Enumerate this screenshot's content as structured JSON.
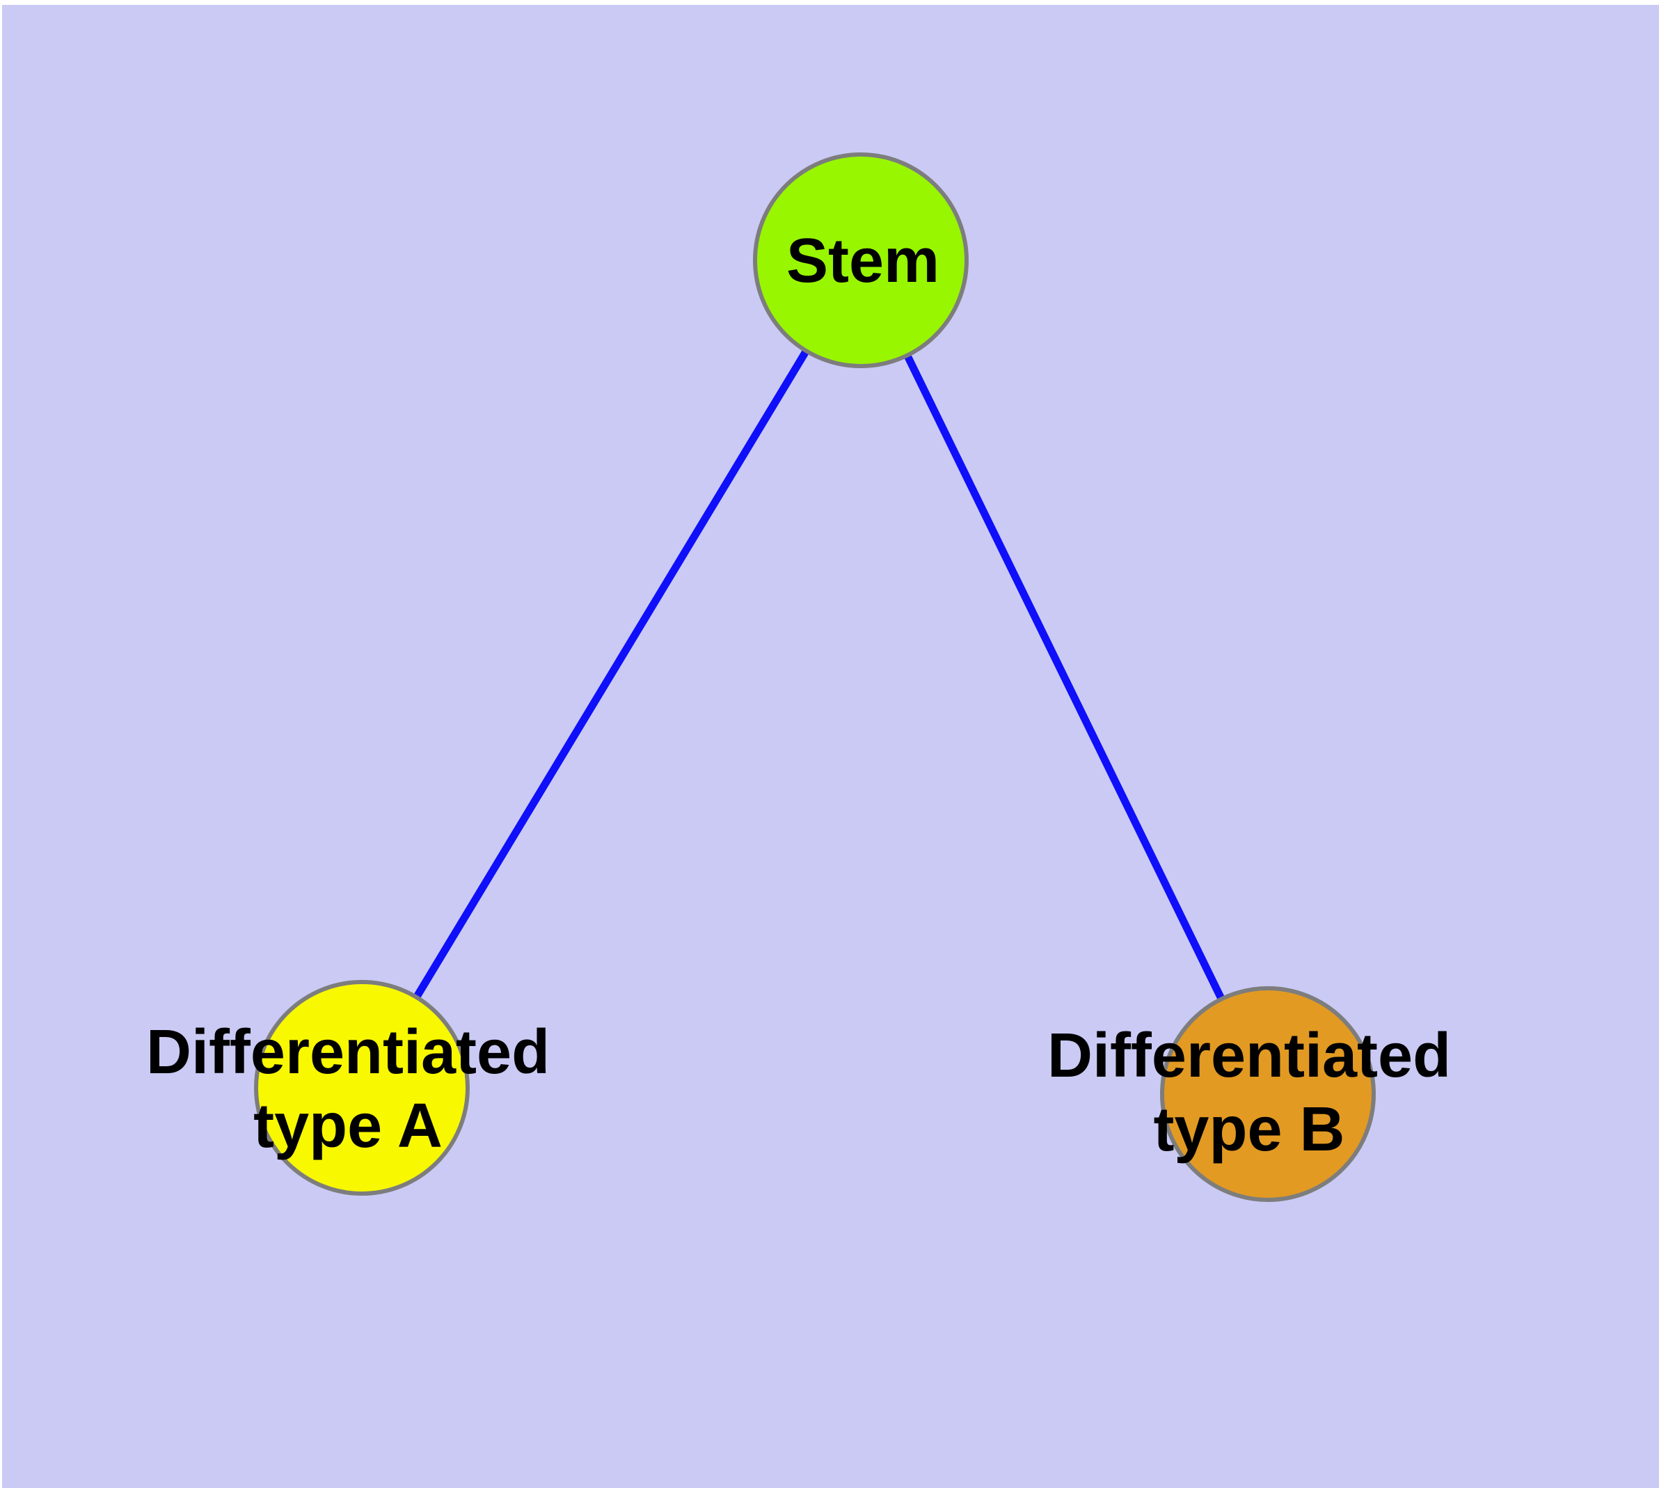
{
  "diagram": {
    "type": "node-link-graph",
    "background_color": "#CACAF5",
    "margin_color": "#FFFFFF",
    "edge_color": "#0F0FFA",
    "node_border_color": "#7D7D7D",
    "label_color": "#000000",
    "nodes": [
      {
        "id": "stem",
        "label": "Stem",
        "fill_color": "#98F600"
      },
      {
        "id": "differentiated-type-a",
        "label_line1": "Differentiated",
        "label_line2": "type A",
        "fill_color": "#F8F800"
      },
      {
        "id": "differentiated-type-b",
        "label_line1": "Differentiated",
        "label_line2": "type B",
        "fill_color": "#E29A22"
      }
    ],
    "edges": [
      {
        "from": "stem",
        "to": "differentiated-type-a"
      },
      {
        "from": "stem",
        "to": "differentiated-type-b"
      }
    ]
  }
}
